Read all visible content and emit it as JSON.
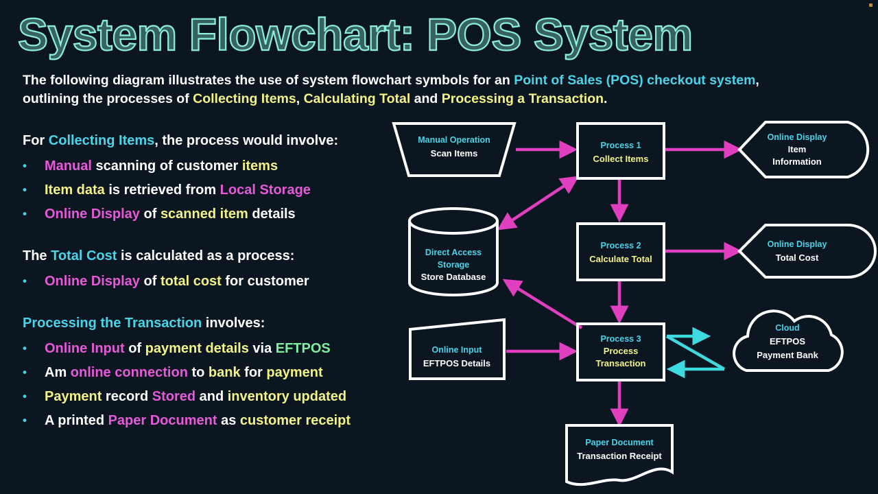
{
  "slide": {
    "title": "System Flowchart: POS System",
    "background_color": "#0b1620"
  },
  "palette": {
    "cyan": "#49d4e8",
    "pink": "#e659d7",
    "yellow": "#f4f486",
    "green": "#7ff0a0",
    "white": "#ffffff",
    "flow_arrow": "#e03fc0",
    "link_arrow": "#3fd9e0",
    "title_stroke": "#8beede"
  },
  "intro": {
    "line1": [
      {
        "text": "The following diagram illustrates the use of system flowchart symbols for an ",
        "color": "white"
      },
      {
        "text": "Point of Sales (POS) checkout system",
        "color": "cyan"
      },
      {
        "text": ",",
        "color": "white"
      }
    ],
    "line2": [
      {
        "text": "outlining the processes of ",
        "color": "white"
      },
      {
        "text": "Collecting Items",
        "color": "yellow"
      },
      {
        "text": ", ",
        "color": "white"
      },
      {
        "text": "Calculating Total",
        "color": "yellow"
      },
      {
        "text": " and ",
        "color": "white"
      },
      {
        "text": "Processing a Transaction",
        "color": "yellow"
      },
      {
        "text": ".",
        "color": "white"
      }
    ]
  },
  "left_column": {
    "sections": [
      {
        "heading": [
          {
            "text": "For ",
            "color": "white"
          },
          {
            "text": "Collecting Items",
            "color": "cyan"
          },
          {
            "text": ", the process would involve:",
            "color": "white"
          }
        ],
        "bullets": [
          [
            {
              "text": "Manual",
              "color": "pink"
            },
            {
              "text": " scanning of customer ",
              "color": "white"
            },
            {
              "text": "items",
              "color": "yellow"
            }
          ],
          [
            {
              "text": "Item data",
              "color": "yellow"
            },
            {
              "text": " is retrieved from ",
              "color": "white"
            },
            {
              "text": "Local Storage",
              "color": "pink"
            }
          ],
          [
            {
              "text": "Online Display",
              "color": "pink"
            },
            {
              "text": " of ",
              "color": "white"
            },
            {
              "text": "scanned item",
              "color": "yellow"
            },
            {
              "text": " details",
              "color": "white"
            }
          ]
        ]
      },
      {
        "heading": [
          {
            "text": "The ",
            "color": "white"
          },
          {
            "text": "Total Cost",
            "color": "cyan"
          },
          {
            "text": " is calculated as a process:",
            "color": "white"
          }
        ],
        "bullets": [
          [
            {
              "text": "Online Display",
              "color": "pink"
            },
            {
              "text": " of ",
              "color": "white"
            },
            {
              "text": "total cost",
              "color": "yellow"
            },
            {
              "text": " for customer",
              "color": "white"
            }
          ]
        ]
      },
      {
        "heading": [
          {
            "text": "Processing the Transaction",
            "color": "cyan"
          },
          {
            "text": " involves:",
            "color": "white"
          }
        ],
        "bullets": [
          [
            {
              "text": "Online Input",
              "color": "pink"
            },
            {
              "text": " of ",
              "color": "white"
            },
            {
              "text": "payment details",
              "color": "yellow"
            },
            {
              "text": " via ",
              "color": "white"
            },
            {
              "text": "EFTPOS",
              "color": "green"
            }
          ],
          [
            {
              "text": "Am ",
              "color": "white"
            },
            {
              "text": "online connection",
              "color": "pink"
            },
            {
              "text": " to ",
              "color": "white"
            },
            {
              "text": "bank",
              "color": "yellow"
            },
            {
              "text": " for ",
              "color": "white"
            },
            {
              "text": "payment",
              "color": "yellow"
            }
          ],
          [
            {
              "text": "Payment",
              "color": "yellow"
            },
            {
              "text": " record ",
              "color": "white"
            },
            {
              "text": "Stored",
              "color": "pink"
            },
            {
              "text": " and ",
              "color": "white"
            },
            {
              "text": "inventory updated",
              "color": "yellow"
            }
          ],
          [
            {
              "text": "A printed ",
              "color": "white"
            },
            {
              "text": "Paper Document",
              "color": "pink"
            },
            {
              "text": " as ",
              "color": "white"
            },
            {
              "text": "customer receipt",
              "color": "yellow"
            }
          ]
        ]
      }
    ],
    "bullet_glyph": "•"
  },
  "diagram": {
    "nodes": {
      "manual_operation": {
        "symbol": "manual-operation-trapezoid",
        "type_label": "Manual Operation",
        "name_label": "Scan Items",
        "name_color": "white"
      },
      "process1": {
        "symbol": "process-rectangle",
        "type_label": "Process 1",
        "name_label": "Collect Items",
        "name_color": "yellow"
      },
      "display_item": {
        "symbol": "online-display",
        "type_label": "Online Display",
        "name_label_1": "Item",
        "name_label_2": "Information",
        "name_color": "white"
      },
      "database": {
        "symbol": "direct-access-storage-cylinder",
        "type_label_1": "Direct Access",
        "type_label_2": "Storage",
        "name_label": "Store Database",
        "name_color": "white"
      },
      "process2": {
        "symbol": "process-rectangle",
        "type_label": "Process 2",
        "name_label": "Calculate Total",
        "name_color": "yellow"
      },
      "display_total": {
        "symbol": "online-display",
        "type_label": "Online Display",
        "name_label": "Total Cost",
        "name_color": "white"
      },
      "online_input": {
        "symbol": "online-input-parallelogram",
        "type_label": "Online Input",
        "name_label": "EFTPOS Details",
        "name_color": "white"
      },
      "process3": {
        "symbol": "process-rectangle",
        "type_label": "Process 3",
        "name_label_1": "Process",
        "name_label_2": "Transaction",
        "name_color": "yellow"
      },
      "cloud": {
        "symbol": "cloud",
        "type_label": "Cloud",
        "name_label_1": "EFTPOS",
        "name_label_2": "Payment Bank",
        "name_color": "white"
      },
      "paper_document": {
        "symbol": "paper-document",
        "type_label": "Paper Document",
        "name_label": "Transaction Receipt",
        "name_color": "white"
      }
    },
    "edges": [
      {
        "from": "manual_operation",
        "to": "process1",
        "style": "single",
        "color": "flow_arrow"
      },
      {
        "from": "process1",
        "to": "display_item",
        "style": "single",
        "color": "flow_arrow"
      },
      {
        "from": "process1",
        "to": "database",
        "style": "double",
        "color": "flow_arrow"
      },
      {
        "from": "process1",
        "to": "process2",
        "style": "single",
        "color": "flow_arrow"
      },
      {
        "from": "process2",
        "to": "display_total",
        "style": "single",
        "color": "flow_arrow"
      },
      {
        "from": "process2",
        "to": "process3",
        "style": "single",
        "color": "flow_arrow"
      },
      {
        "from": "process3",
        "to": "database",
        "style": "single",
        "color": "flow_arrow"
      },
      {
        "from": "online_input",
        "to": "process3",
        "style": "single",
        "color": "flow_arrow"
      },
      {
        "from": "process3",
        "to": "cloud",
        "style": "single",
        "color": "link_arrow"
      },
      {
        "from": "cloud",
        "to": "process3",
        "style": "single",
        "color": "link_arrow"
      },
      {
        "from": "process3",
        "to": "paper_document",
        "style": "single",
        "color": "flow_arrow"
      }
    ]
  }
}
